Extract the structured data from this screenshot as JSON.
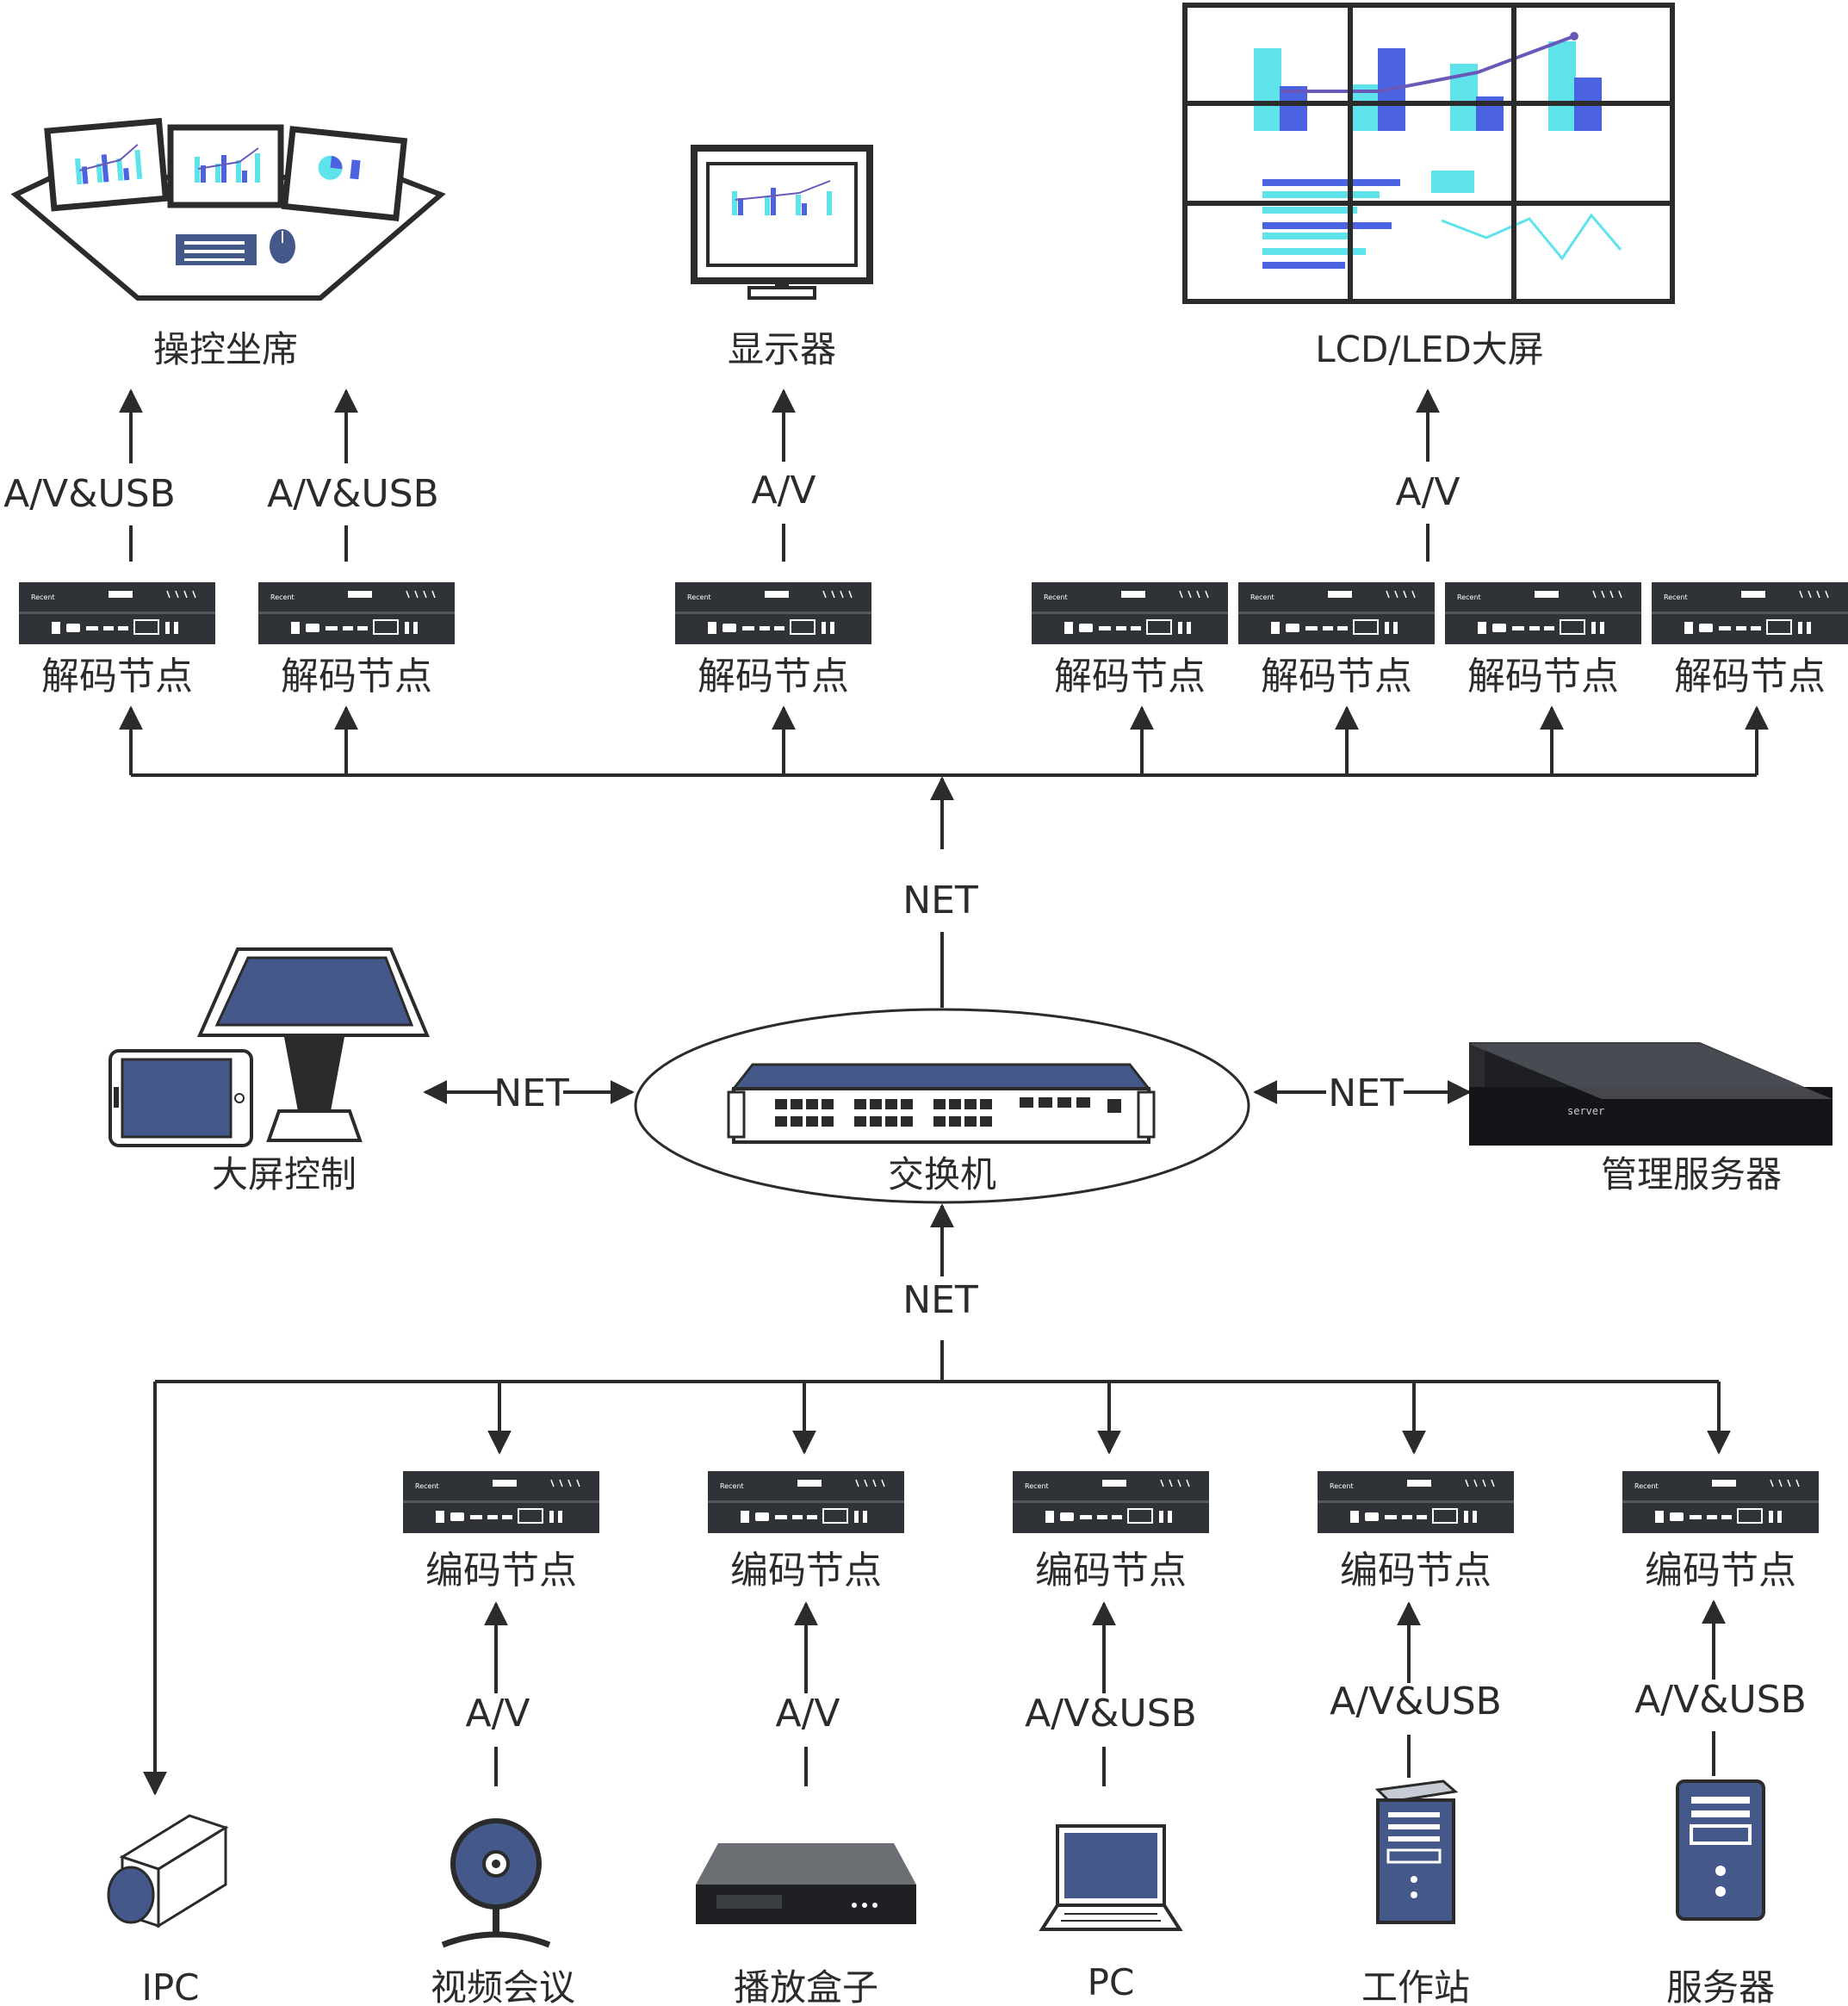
{
  "top_devices": {
    "console": "操控坐席",
    "display": "显示器",
    "videowall": "LCD/LED大屏"
  },
  "links": {
    "av_usb": "A/V&USB",
    "av": "A/V",
    "net": "NET"
  },
  "decoder_label": "解码节点",
  "encoder_label": "编码节点",
  "center": {
    "switch": "交换机",
    "wall_control": "大屏控制",
    "mgmt_server": "管理服务器",
    "server_faceplate": "server"
  },
  "sources": [
    {
      "name": "IPC",
      "link": ""
    },
    {
      "name": "视频会议",
      "link": "A/V"
    },
    {
      "name": "播放盒子",
      "link": "A/V"
    },
    {
      "name": "PC",
      "link": "A/V&USB"
    },
    {
      "name": "工作站",
      "link": "A/V&USB"
    },
    {
      "name": "服务器",
      "link": "A/V&USB"
    }
  ],
  "colors": {
    "node_body": "#2f3338",
    "accent_blue": "#44598a",
    "screen_cyan": "#5fe3ea",
    "screen_blue": "#4b63e0"
  },
  "icons": [
    "decoder-node-icon",
    "encoder-node-icon",
    "switch-icon",
    "server-rack-icon",
    "camera-icon",
    "webcam-icon",
    "media-box-icon",
    "laptop-icon",
    "tower-icon",
    "monitor-icon",
    "console-desk-icon",
    "video-wall-icon",
    "kiosk-icon",
    "tablet-icon"
  ]
}
